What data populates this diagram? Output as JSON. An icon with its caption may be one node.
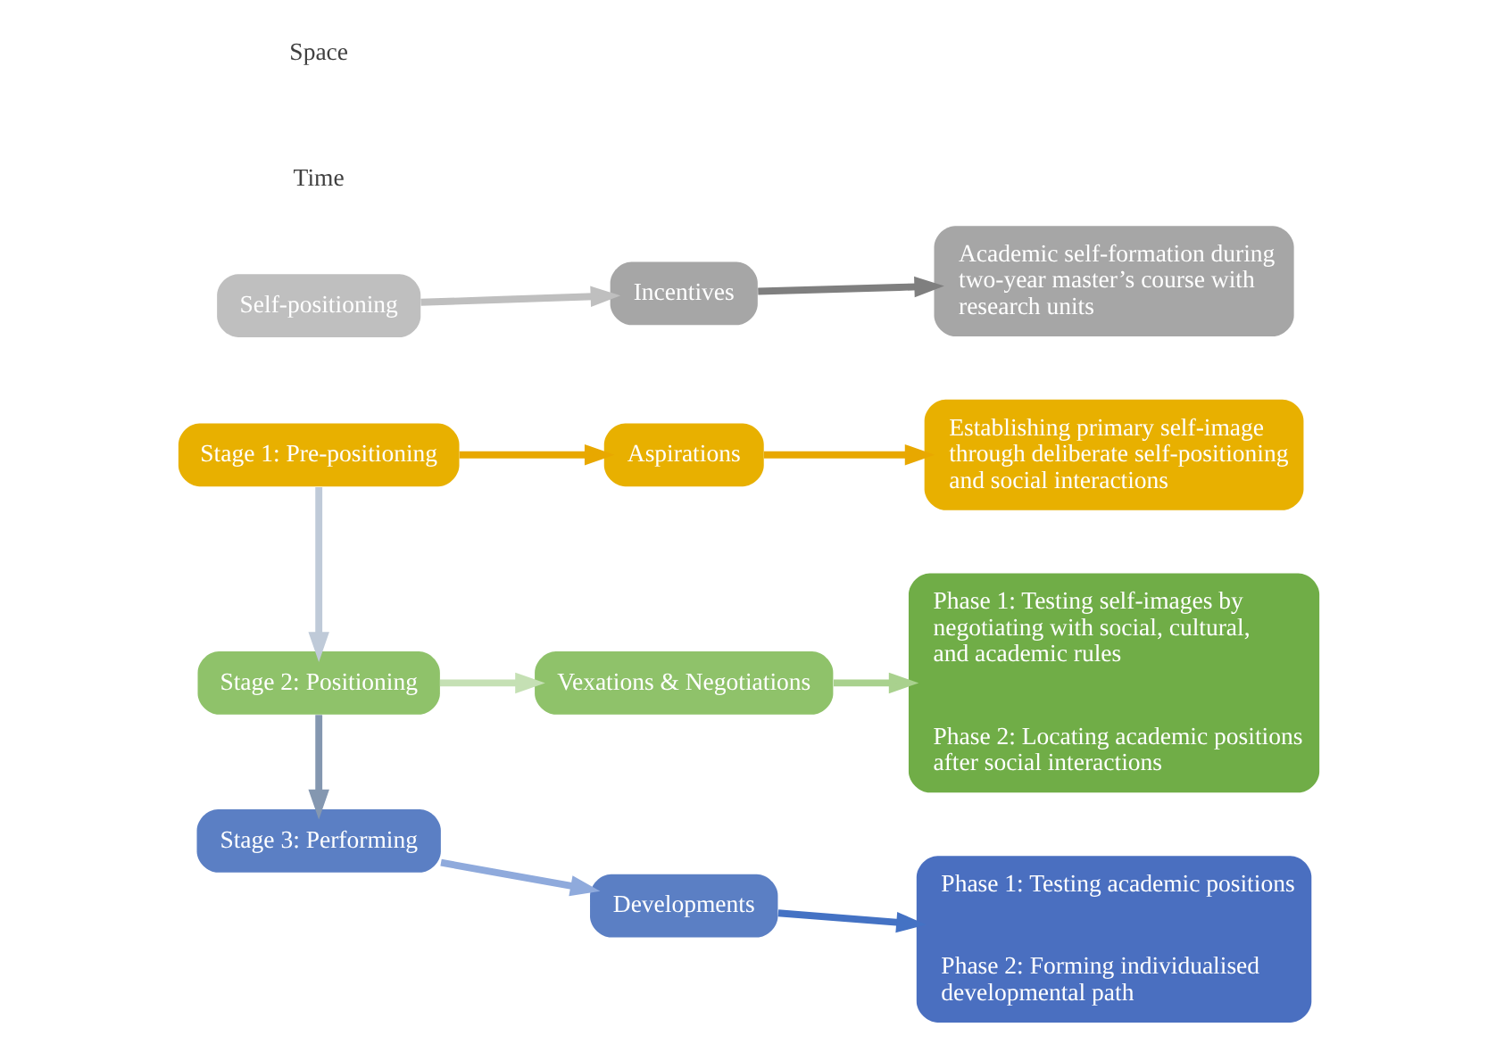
{
  "diagram": {
    "nodes": [
      {
        "text": [
          "Self-positioning"
        ]
      },
      {
        "text": [
          "Incentives"
        ]
      },
      {
        "text": [
          "Academic self-formation during two-year master’s course with research units"
        ]
      },
      {
        "text": [
          "Stage 1: Pre-positioning"
        ]
      },
      {
        "text": [
          "Aspirations"
        ]
      },
      {
        "text": [
          "Establishing primary self-image through deliberate self-positioning and social interactions"
        ]
      },
      {
        "text": [
          "Stage 2: Positioning"
        ]
      },
      {
        "text": [
          "Vexations & Negotiations"
        ]
      },
      {
        "text": [
          "Phase 1: Testing self-images by negotiating with social, cultural, and academic rules",
          "Phase 2: Locating academic positions after social interactions"
        ]
      },
      {
        "text": [
          "Stage 3: Performing"
        ]
      },
      {
        "text": [
          "Developments"
        ]
      },
      {
        "text": [
          "Phase 1: Testing academic positions",
          "Phase 2: Forming individualised developmental path"
        ]
      }
    ],
    "edges": [
      {
        "from": 0,
        "to": 1,
        "arrow": "to",
        "color": "#bfbfbf"
      },
      {
        "from": 1,
        "to": 2,
        "arrow": "to",
        "color": "#7f7f7f"
      },
      {
        "from": 3,
        "to": 4,
        "arrow": "to",
        "color": "#e8a800"
      },
      {
        "from": 4,
        "to": 5,
        "arrow": "to",
        "color": "#e8a800"
      },
      {
        "from": 3,
        "to": 6,
        "arrow": "to",
        "color": "#bfcad8"
      },
      {
        "from": 6,
        "to": 7,
        "arrow": "to",
        "color": "#c5e0b4"
      },
      {
        "from": 7,
        "to": 8,
        "arrow": "to",
        "color": "#a9d18e"
      },
      {
        "from": 6,
        "to": 9,
        "arrow": "to",
        "color": "#8497b0"
      },
      {
        "from": 9,
        "to": 10,
        "arrow": "to",
        "color": "#8faadc"
      },
      {
        "from": 10,
        "to": 11,
        "arrow": "to",
        "color": "#4472c4"
      }
    ],
    "labels": [
      "Time",
      "Space"
    ]
  }
}
